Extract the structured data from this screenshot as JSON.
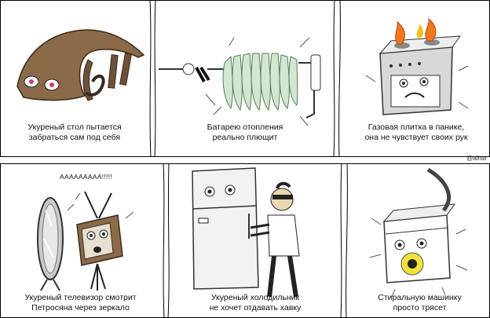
{
  "credit": "@alhar",
  "panels": {
    "table": {
      "caption_line1": "Укуреный стол пытается",
      "caption_line2": "забраться сам под себя"
    },
    "radiator": {
      "caption_line1": "Батарею отопления",
      "caption_line2": "реально плющит"
    },
    "stove": {
      "caption_line1": "Газовая плитка в панике,",
      "caption_line2": "она не чувствует своих рук"
    },
    "tv": {
      "shout": "ААААААААА!!!!!",
      "caption_line1": "Укуреный телевизор смотрит",
      "caption_line2": "Петросяна через зеркало"
    },
    "fridge": {
      "caption_line1": "Укуреный холодильник",
      "caption_line2": "не хочет отдавать хавку"
    },
    "washer": {
      "caption_line1": "Стиральную машинку",
      "caption_line2": "просто трясет"
    }
  },
  "colors": {
    "table_brown": "#8b6a4a",
    "radiator_green": "#cfe8cf",
    "stove_gray": "#d8d8d8",
    "fire_orange": "#f07a1a",
    "mirror_gray": "#c9c9c9",
    "tv_brown": "#8b6a4a",
    "fridge_white": "#f2f2f2",
    "lemon_yellow": "#f2e23a"
  }
}
